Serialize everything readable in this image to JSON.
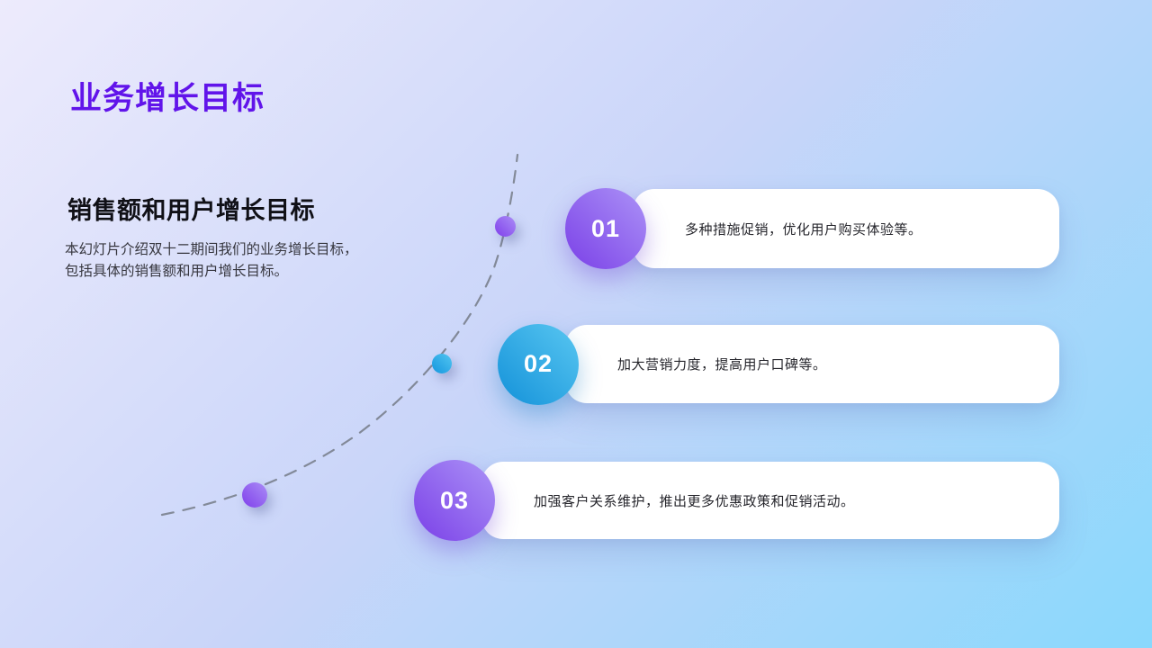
{
  "slide": {
    "title": "业务增长目标",
    "section_heading": "销售额和用户增长目标",
    "description": "本幻灯片介绍双十二期间我们的业务增长目标，包括具体的销售额和用户增长目标。",
    "items": [
      {
        "number": "01",
        "text": "多种措施促销，优化用户购买体验等。",
        "accent": "#8a53ee"
      },
      {
        "number": "02",
        "text": "加大营销力度，提高用户口碑等。",
        "accent": "#2aa7e6"
      },
      {
        "number": "03",
        "text": "加强客户关系维护，推出更多优惠政策和促销活动。",
        "accent": "#8a53ee"
      }
    ],
    "colors": {
      "title": "#6114ea",
      "background_from": "#edebfc",
      "background_to": "#89d8fc",
      "card_background": "#ffffff",
      "curve_dash": "#6f7580"
    }
  }
}
